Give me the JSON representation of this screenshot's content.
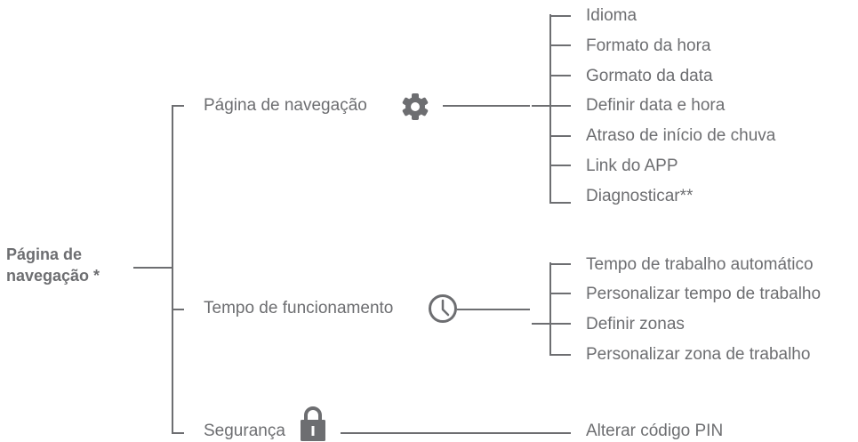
{
  "root": {
    "line1": "Página de",
    "line2": "navegação *"
  },
  "branches": [
    {
      "label": "Página de navegação",
      "icon": "gear-icon",
      "children": [
        "Idioma",
        "Formato da hora",
        "Gormato da data",
        "Definir data e hora",
        "Atraso de início de chuva",
        "Link do APP",
        "Diagnosticar**"
      ]
    },
    {
      "label": "Tempo de funcionamento",
      "icon": "clock-icon",
      "children": [
        "Tempo de trabalho automático",
        "Personalizar tempo de trabalho",
        "Definir zonas",
        "Personalizar zona de trabalho"
      ]
    },
    {
      "label": "Segurança",
      "icon": "lock-icon",
      "children": [
        "Alterar código PIN"
      ]
    }
  ],
  "colors": {
    "text": "#6d6e71",
    "line": "#6d6e71"
  }
}
